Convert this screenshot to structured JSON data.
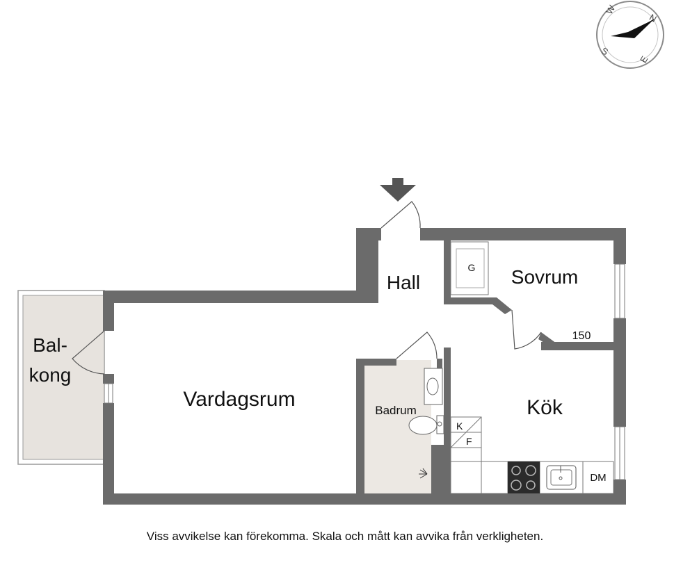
{
  "compass": {
    "north": "N",
    "east": "E",
    "south": "S",
    "west": "W"
  },
  "rooms": {
    "hall": "Hall",
    "sovrum": "Sovrum",
    "balkong_line1": "Bal-",
    "balkong_line2": "kong",
    "vardagsrum": "Vardagsrum",
    "badrum": "Badrum",
    "kok": "Kök"
  },
  "fixtures": {
    "wardrobe": "G",
    "bed_width": "150",
    "fridge": "K",
    "freezer": "F",
    "dishwasher": "DM"
  },
  "colors": {
    "wall": "#6b6b6b",
    "balcony_fill": "#e7e3de",
    "bathroom_fill": "#ece8e3"
  },
  "disclaimer": "Viss avvikelse kan förekomma. Skala och mått kan avvika från verkligheten."
}
